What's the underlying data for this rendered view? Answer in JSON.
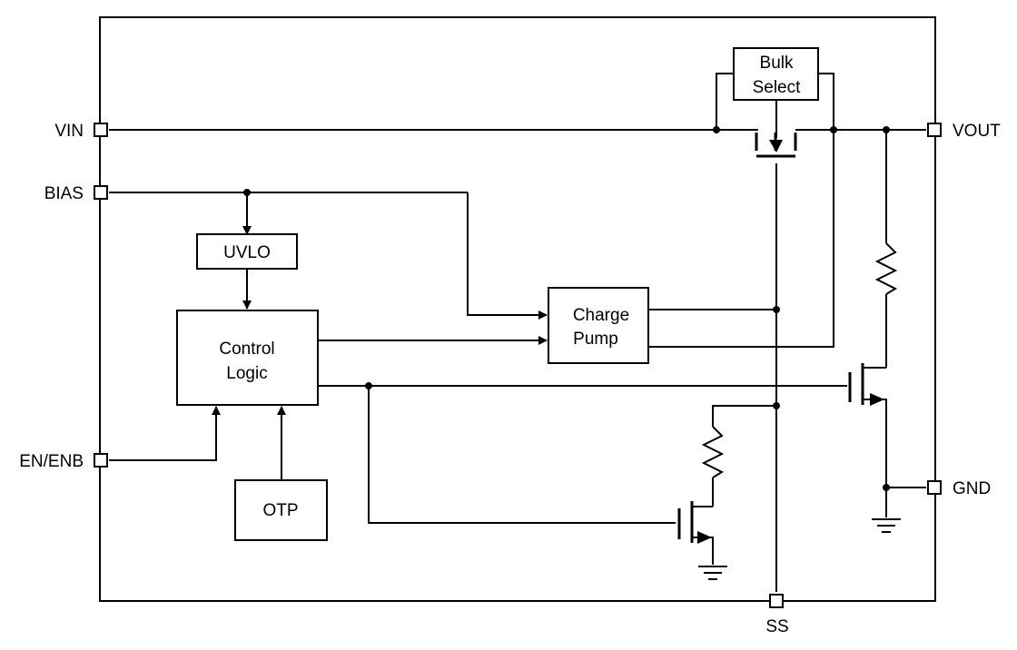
{
  "pins": {
    "vin": "VIN",
    "bias": "BIAS",
    "en": "EN/ENB",
    "vout": "VOUT",
    "gnd": "GND",
    "ss": "SS"
  },
  "blocks": {
    "bulk_select": [
      "Bulk",
      "Select"
    ],
    "uvlo": "UVLO",
    "control_logic": [
      "Control",
      "Logic"
    ],
    "charge_pump": [
      "Charge",
      "Pump"
    ],
    "otp": "OTP"
  }
}
